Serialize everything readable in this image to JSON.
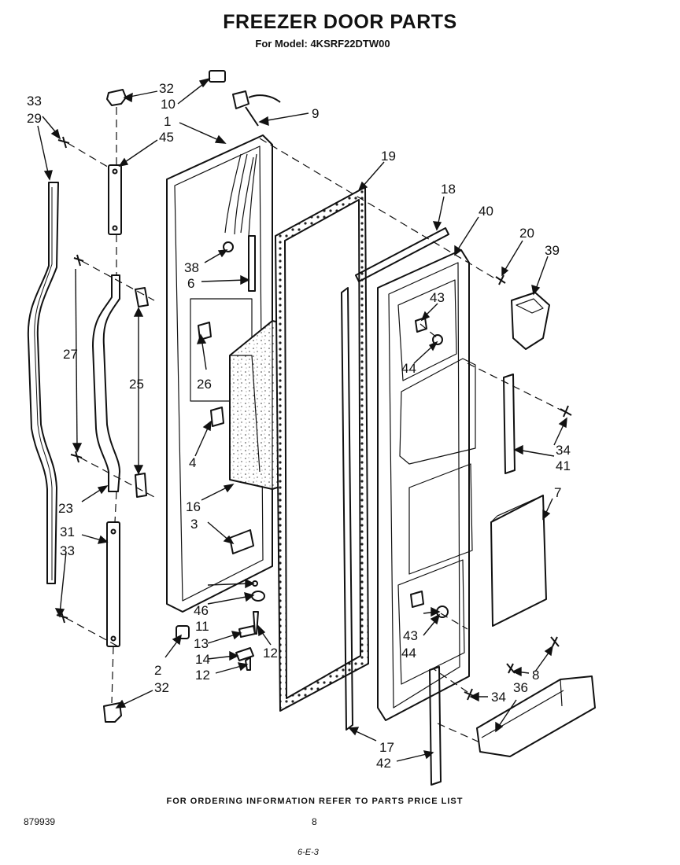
{
  "title": "FREEZER DOOR PARTS",
  "subtitle": "For Model: 4KSRF22DTW00",
  "footer": {
    "ordering_note": "FOR ORDERING INFORMATION REFER TO PARTS PRICE LIST",
    "drawing_number": "879939",
    "page_number": "8",
    "revision": "6-E-3"
  },
  "callouts": {
    "c32a": "32",
    "c10": "10",
    "c9": "9",
    "c1": "1",
    "c33a": "33",
    "c29": "29",
    "c45": "45",
    "c19": "19",
    "c18": "18",
    "c40": "40",
    "c20": "20",
    "c39": "39",
    "c38": "38",
    "c6": "6",
    "c43a": "43",
    "c44a": "44",
    "c27": "27",
    "c25": "25",
    "c26": "26",
    "c34a": "34",
    "c41": "41",
    "c4": "4",
    "c7": "7",
    "c23": "23",
    "c16": "16",
    "c31": "31",
    "c33b": "33",
    "c3": "3",
    "c46": "46",
    "c11": "11",
    "c43b": "43",
    "c44b": "44",
    "c13": "13",
    "c12a": "12",
    "c14": "14",
    "c2": "2",
    "c12b": "12",
    "c8": "8",
    "c34b": "34",
    "c36": "36",
    "c32b": "32",
    "c17": "17",
    "c42": "42"
  }
}
